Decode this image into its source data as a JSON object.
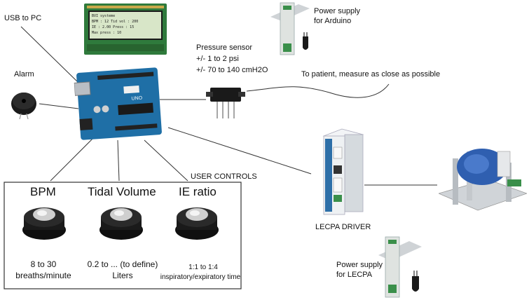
{
  "labels": {
    "usb_to_pc": "USB to PC",
    "alarm": "Alarm",
    "power_supply_arduino_line1": "Power supply",
    "power_supply_arduino_line2": "for Arduino",
    "pressure_sensor": "Pressure sensor",
    "pressure_range_psi": "+/- 1 to 2 psi",
    "pressure_range_cmh2o": "+/- 70 to 140 cmH2O",
    "to_patient": "To patient, measure as close as possible",
    "user_controls": "USER CONTROLS",
    "lecpa_driver": "LECPA DRIVER",
    "power_supply_lecpa_line1": "Power supply",
    "power_supply_lecpa_line2": "for LECPA"
  },
  "lcd": {
    "line1": "BVI systeme",
    "line2": "BPM : 12    Tid vol : 200",
    "line3": "IE : 2.00    Press : 15",
    "line4": "Max press : 10"
  },
  "controls": [
    {
      "title": "BPM",
      "range": "8 to 30",
      "unit": "breaths/minute"
    },
    {
      "title": "Tidal Volume",
      "range": "0.2 to ... (to define)",
      "unit": "Liters"
    },
    {
      "title": "IE ratio",
      "range": "1:1 to 1:4",
      "unit": "inspiratory/expiratory time"
    }
  ],
  "colors": {
    "arduino_board": "#1f6fa6",
    "lcd_screen": "#d8e6c8",
    "knob": "#1a1a1a",
    "driver_body": "#e8ecef",
    "motor_blue": "#2f5fb0"
  }
}
